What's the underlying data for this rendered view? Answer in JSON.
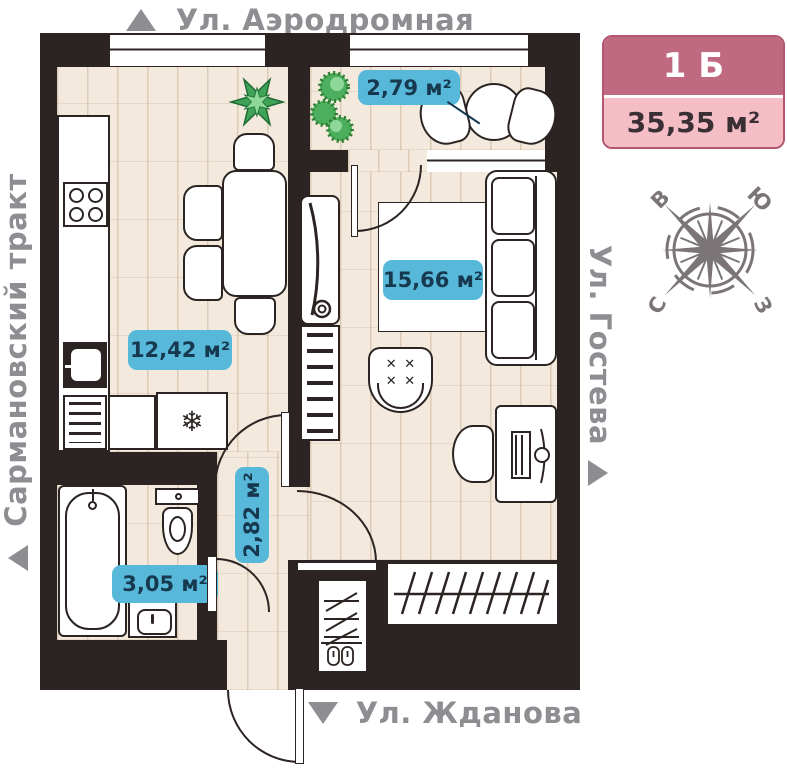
{
  "streets": {
    "top": "Ул. Аэродромная",
    "left": "Сармановский тракт",
    "right": "Ул. Гостева",
    "bottom": "Ул. Жданова"
  },
  "unit_badge": {
    "unit_type": "1 Б",
    "total_area": "35,35 м²"
  },
  "rooms": {
    "kitchen": {
      "area": "12,42 м²"
    },
    "living": {
      "area": "15,66 м²"
    },
    "balcony": {
      "area": "2,79 м²"
    },
    "hallway": {
      "area": "2,82 м²"
    },
    "bathroom": {
      "area": "3,05 м²"
    }
  },
  "compass": {
    "east": "В",
    "south": "Ю",
    "north": "С",
    "west": "З"
  },
  "icons": {
    "freezer": "❄",
    "stitch": "✕"
  },
  "colors": {
    "wall": "#2b2422",
    "floor": "#f3e9dc",
    "area_label_bg": "#58b8da",
    "area_label_text": "#16394f",
    "badge_top_bg": "#c06a82",
    "badge_bottom_bg": "#f5bdc5",
    "street_text": "#8d8d92"
  }
}
